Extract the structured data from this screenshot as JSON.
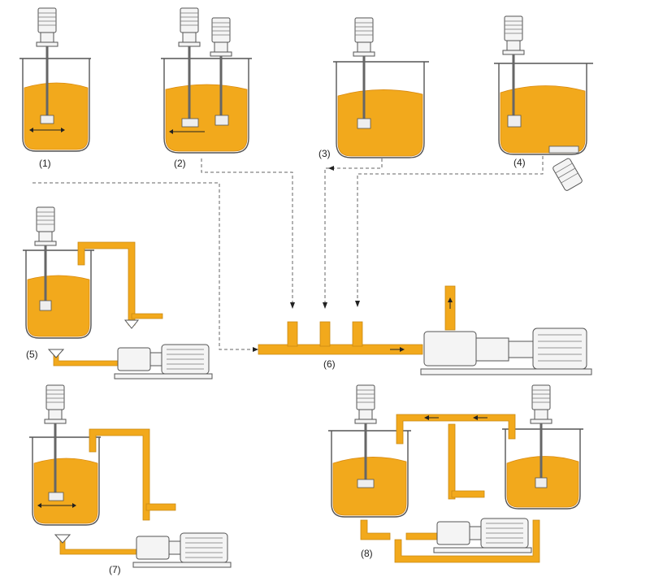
{
  "labels": {
    "s1": "(1)",
    "s2": "(2)",
    "s3": "(3)",
    "s4": "(4)",
    "s5": "(5)",
    "s6": "(6)",
    "s7": "(7)",
    "s8": "(8)"
  },
  "colors": {
    "liquid": "#f2a91c",
    "liquid_edge": "#d98a10",
    "outline": "#555555",
    "dashed_line": "#666666"
  }
}
